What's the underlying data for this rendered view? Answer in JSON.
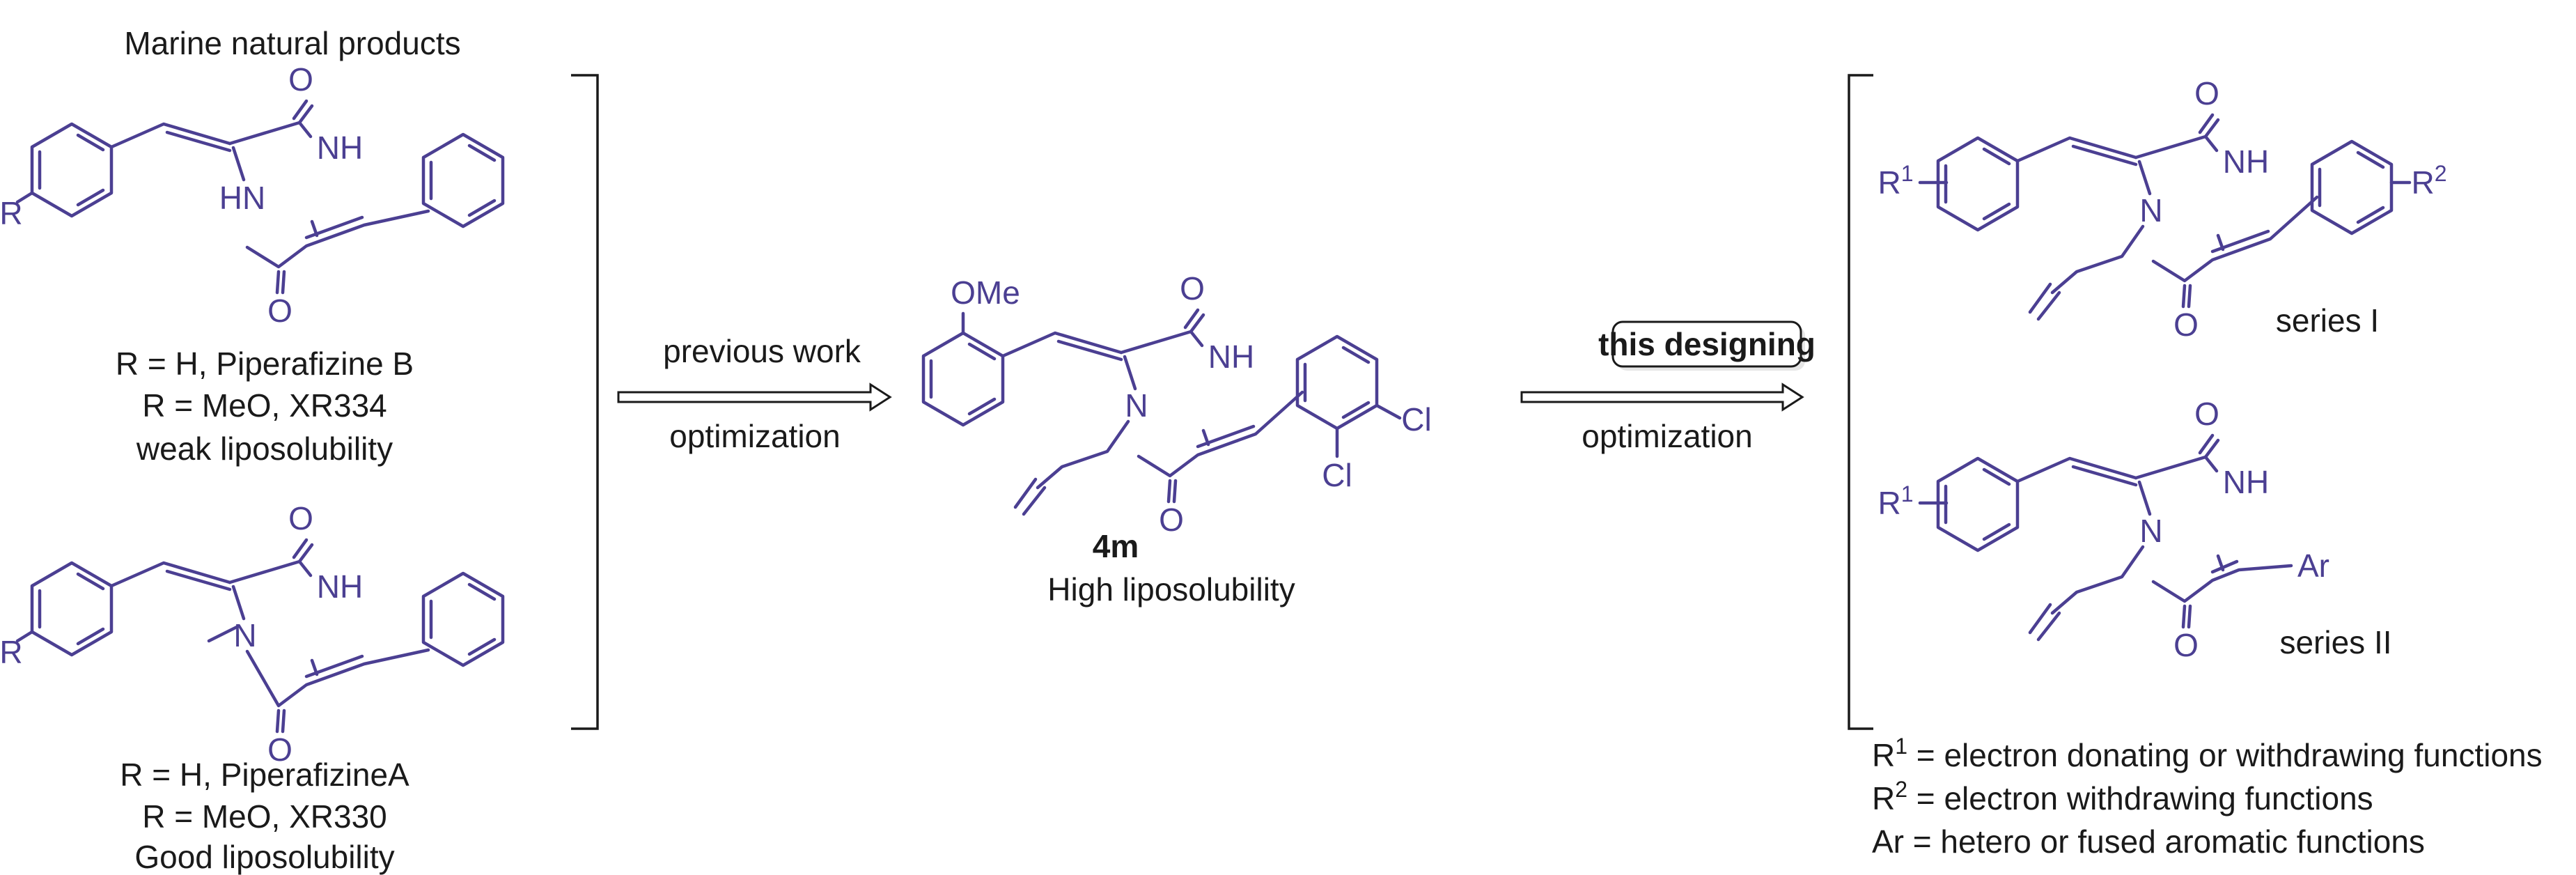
{
  "left_panel": {
    "header": "Marine natural products",
    "top": {
      "r_group": "R",
      "atoms": {
        "o_top": "O",
        "nh": "NH",
        "hn": "HN",
        "o_bottom": "O"
      },
      "line1": "R = H, Piperafizine B",
      "line2": "R = MeO, XR334",
      "property": "weak liposolubility"
    },
    "bottom": {
      "r_group": "R",
      "atoms": {
        "o_top": "O",
        "nh": "NH",
        "n": "N",
        "o_bottom": "O"
      },
      "line1": "R = H, PiperafizineA",
      "line2": "R = MeO, XR330",
      "property": "Good liposolubility"
    }
  },
  "arrow_previous": {
    "above": "previous work",
    "below": "optimization"
  },
  "compound_4m": {
    "atoms": {
      "ome": "OMe",
      "o_top": "O",
      "nh": "NH",
      "n": "N",
      "o_bottom": "O",
      "cl1": "Cl",
      "cl2": "Cl"
    },
    "label": "4m",
    "property": "High liposolubility"
  },
  "arrow_design": {
    "above": "this designing",
    "below": "optimization"
  },
  "right_panel": {
    "series1": {
      "r1": "R",
      "r1_sup": "1",
      "r2": "R",
      "r2_sup": "2",
      "atoms": {
        "o_top": "O",
        "nh": "NH",
        "n": "N",
        "o_bottom": "O"
      },
      "label": "series I"
    },
    "series2": {
      "r1": "R",
      "r1_sup": "1",
      "ar": "Ar",
      "atoms": {
        "o_top": "O",
        "nh": "NH",
        "n": "N",
        "o_bottom": "O"
      },
      "label": "series II"
    },
    "definitions": [
      {
        "sym": "R",
        "sup": "1",
        "text": " = electron donating or withdrawing functions"
      },
      {
        "sym": "R",
        "sup": "2",
        "text": " = electron withdrawing functions"
      },
      {
        "sym": "Ar",
        "sup": "",
        "text": " = hetero or fused aromatic functions"
      }
    ]
  },
  "colors": {
    "structure": "#4b3f92",
    "text": "#1a1a1a",
    "background": "#ffffff"
  }
}
